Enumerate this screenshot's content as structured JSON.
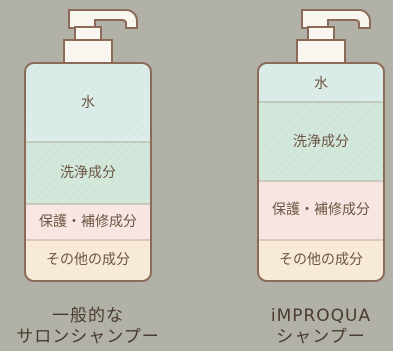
{
  "colors": {
    "background": "#b2b1a8",
    "bottle_outline": "#8b6b57",
    "bottle_cap": "#f8f6ef",
    "water": "#d9ebe6",
    "cleanser": "#cfe6d9",
    "care": "#f6e5e0",
    "other": "#f7ead6",
    "text": "#6d5543"
  },
  "bottles": [
    {
      "caption_line1": "一般的な",
      "caption_line2": "サロンシャンプー",
      "segments": [
        {
          "label": "水",
          "key": "water"
        },
        {
          "label": "洗浄成分",
          "key": "cleanser"
        },
        {
          "label": "保護・補修成分",
          "key": "care"
        },
        {
          "label": "その他の成分",
          "key": "other"
        }
      ]
    },
    {
      "caption_line1": "iMPROQUA",
      "caption_line2": "シャンプー",
      "segments": [
        {
          "label": "水",
          "key": "water"
        },
        {
          "label": "洗浄成分",
          "key": "cleanser"
        },
        {
          "label": "保護・補修成分",
          "key": "care"
        },
        {
          "label": "その他の成分",
          "key": "other"
        }
      ]
    }
  ]
}
